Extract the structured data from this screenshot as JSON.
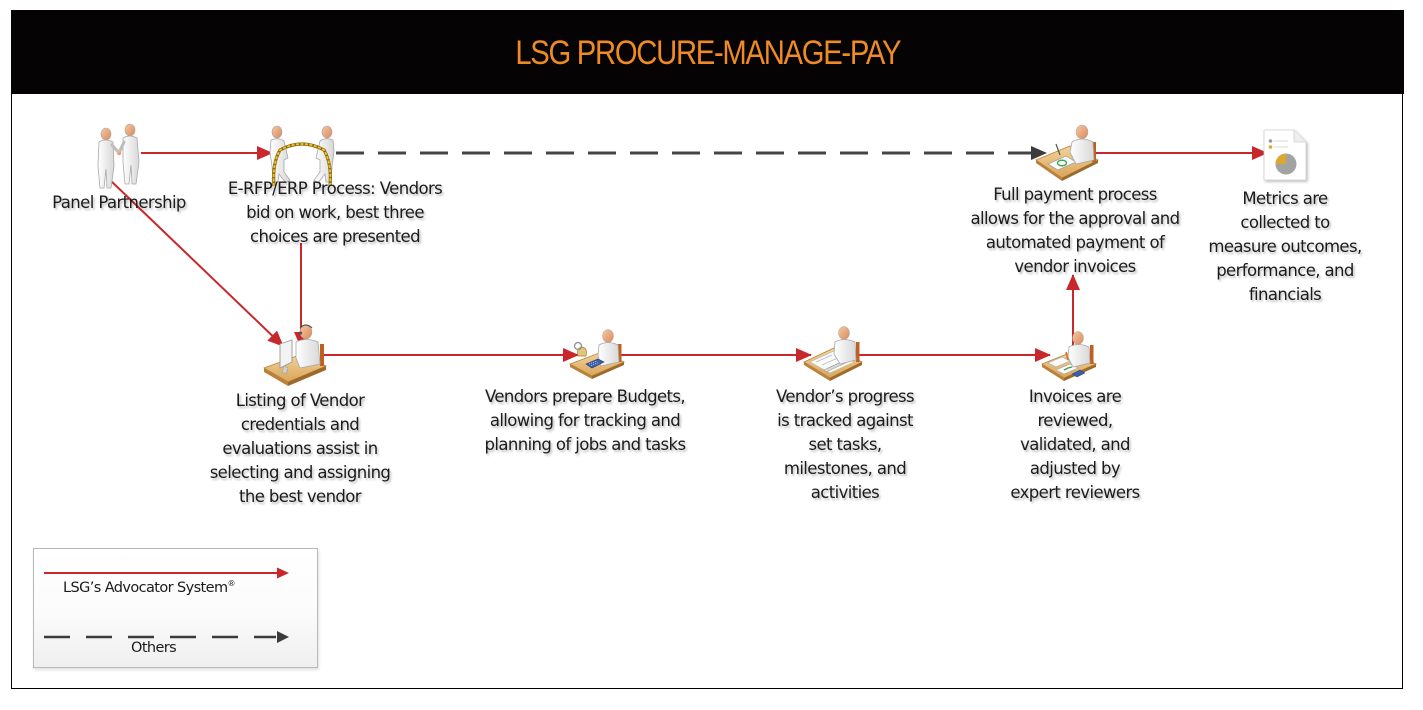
{
  "header": {
    "title": "LSG PROCURE-MANAGE-PAY",
    "background_color": "#050303",
    "title_color": "#f08a24"
  },
  "colors": {
    "advocator_arrow": "#c8282c",
    "others_arrow": "#444444",
    "label_text": "#1b1b1b"
  },
  "nodes": [
    {
      "id": "panel-partnership",
      "icon": "handshake-icon",
      "lines": [
        "Panel Partnership"
      ]
    },
    {
      "id": "erfp-process",
      "icon": "tug-of-war-icon",
      "lines": [
        "E-RFP/ERP Process: Vendors",
        "bid on work, best three",
        "choices are presented"
      ]
    },
    {
      "id": "vendor-listing",
      "icon": "person-at-computer-icon",
      "lines": [
        "Listing of Vendor",
        "credentials and",
        "evaluations assist in",
        "selecting and assigning",
        "the best vendor"
      ]
    },
    {
      "id": "budgets",
      "icon": "person-with-calculator-icon",
      "lines": [
        "Vendors prepare Budgets,",
        "allowing for tracking and",
        "planning of jobs and tasks"
      ]
    },
    {
      "id": "progress-tracking",
      "icon": "person-at-drafting-table-icon",
      "lines": [
        "Vendor’s progress",
        "is tracked against",
        "set tasks,",
        "milestones, and",
        "activities"
      ]
    },
    {
      "id": "invoice-review",
      "icon": "person-reviewing-documents-icon",
      "lines": [
        "Invoices are",
        "reviewed,",
        "validated, and",
        "adjusted by",
        "expert reviewers"
      ]
    },
    {
      "id": "full-payment",
      "icon": "person-signing-document-icon",
      "lines": [
        "Full payment process",
        "allows for the approval and",
        "automated payment of",
        "vendor invoices"
      ]
    },
    {
      "id": "metrics",
      "icon": "report-pie-chart-icon",
      "lines": [
        "Metrics are",
        "collected to",
        "measure outcomes,",
        "performance, and",
        "financials"
      ]
    }
  ],
  "connections": [
    {
      "from": "panel-partnership",
      "to": "erfp-process",
      "type": "advocator"
    },
    {
      "from": "panel-partnership",
      "to": "vendor-listing",
      "type": "advocator"
    },
    {
      "from": "erfp-process",
      "to": "vendor-listing",
      "type": "advocator"
    },
    {
      "from": "erfp-process",
      "to": "full-payment",
      "type": "others"
    },
    {
      "from": "vendor-listing",
      "to": "budgets",
      "type": "advocator"
    },
    {
      "from": "budgets",
      "to": "progress-tracking",
      "type": "advocator"
    },
    {
      "from": "progress-tracking",
      "to": "invoice-review",
      "type": "advocator"
    },
    {
      "from": "invoice-review",
      "to": "full-payment",
      "type": "advocator"
    },
    {
      "from": "full-payment",
      "to": "metrics",
      "type": "advocator"
    }
  ],
  "legend": {
    "advocator_label": "LSG’s Advocator System",
    "advocator_mark": "®",
    "others_label": "Others"
  }
}
